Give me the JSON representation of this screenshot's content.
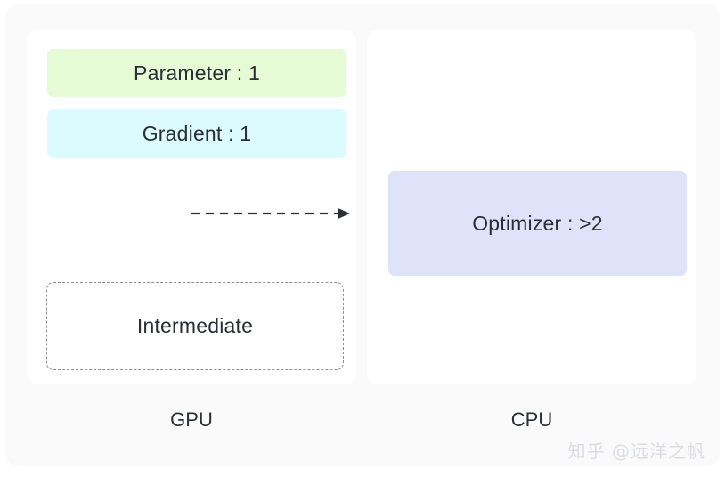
{
  "figure": {
    "background_color": "#fafafb",
    "panel_color": "#ffffff",
    "text_color": "#2b2f35"
  },
  "gpu_panel": {
    "caption": "GPU",
    "blocks": [
      {
        "label": "Parameter : 1",
        "color": "#e4fbd6",
        "style": "filled"
      },
      {
        "label": "Gradient : 1",
        "color": "#dbfbff",
        "style": "filled"
      },
      {
        "label": "Intermediate",
        "color": "#8d8f93",
        "style": "dashed"
      }
    ]
  },
  "cpu_panel": {
    "caption": "CPU",
    "blocks": [
      {
        "label": "Optimizer : >2",
        "color": "#dee3fa",
        "style": "filled"
      }
    ]
  },
  "arrow": {
    "name": "gpu-to-cpu-transfer",
    "style": "dashed",
    "direction": "right",
    "color": "#2b2f35"
  },
  "watermark": {
    "text": "知乎 @远洋之帆",
    "color": "#dcdde0"
  }
}
